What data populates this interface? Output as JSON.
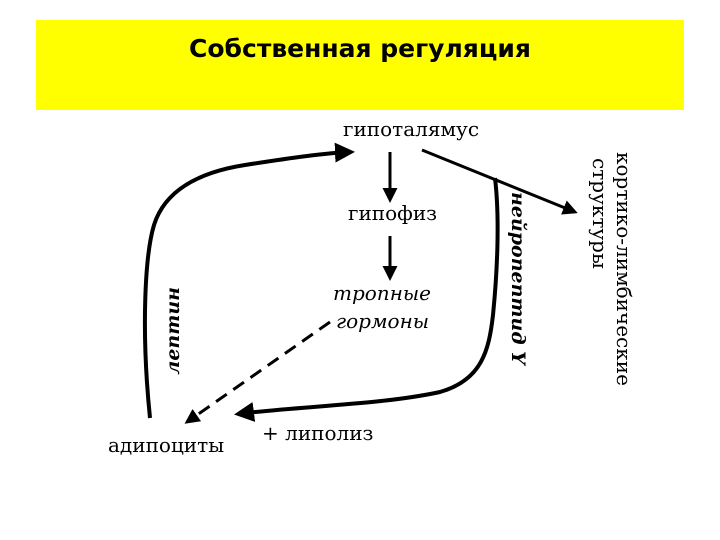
{
  "title": "Собственная регуляция",
  "nodes": {
    "hypothalamus": "гипоталямус",
    "pituitary": "гипофиз",
    "tropic_line1": "тропные",
    "tropic_line2": "гормоны",
    "adipocytes": "адипоциты",
    "lipolysis": "+ липолиз",
    "cortico_line1": "кортико-лимбические",
    "cortico_line2": "структуры"
  },
  "edge_labels": {
    "leptin": "лептин",
    "neuropeptide_y": "нейропептид Y"
  },
  "colors": {
    "title_background": "#ffff00",
    "ink": "#000000",
    "tropic_text": "#444444"
  }
}
